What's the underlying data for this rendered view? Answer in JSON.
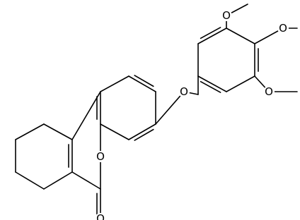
{
  "molecule": {
    "atoms": {
      "o_ether": "O",
      "o_ring": "O",
      "o_carbonyl": "O",
      "o_meo_3": "O",
      "o_meo_4": "O",
      "o_meo_5": "O"
    }
  }
}
